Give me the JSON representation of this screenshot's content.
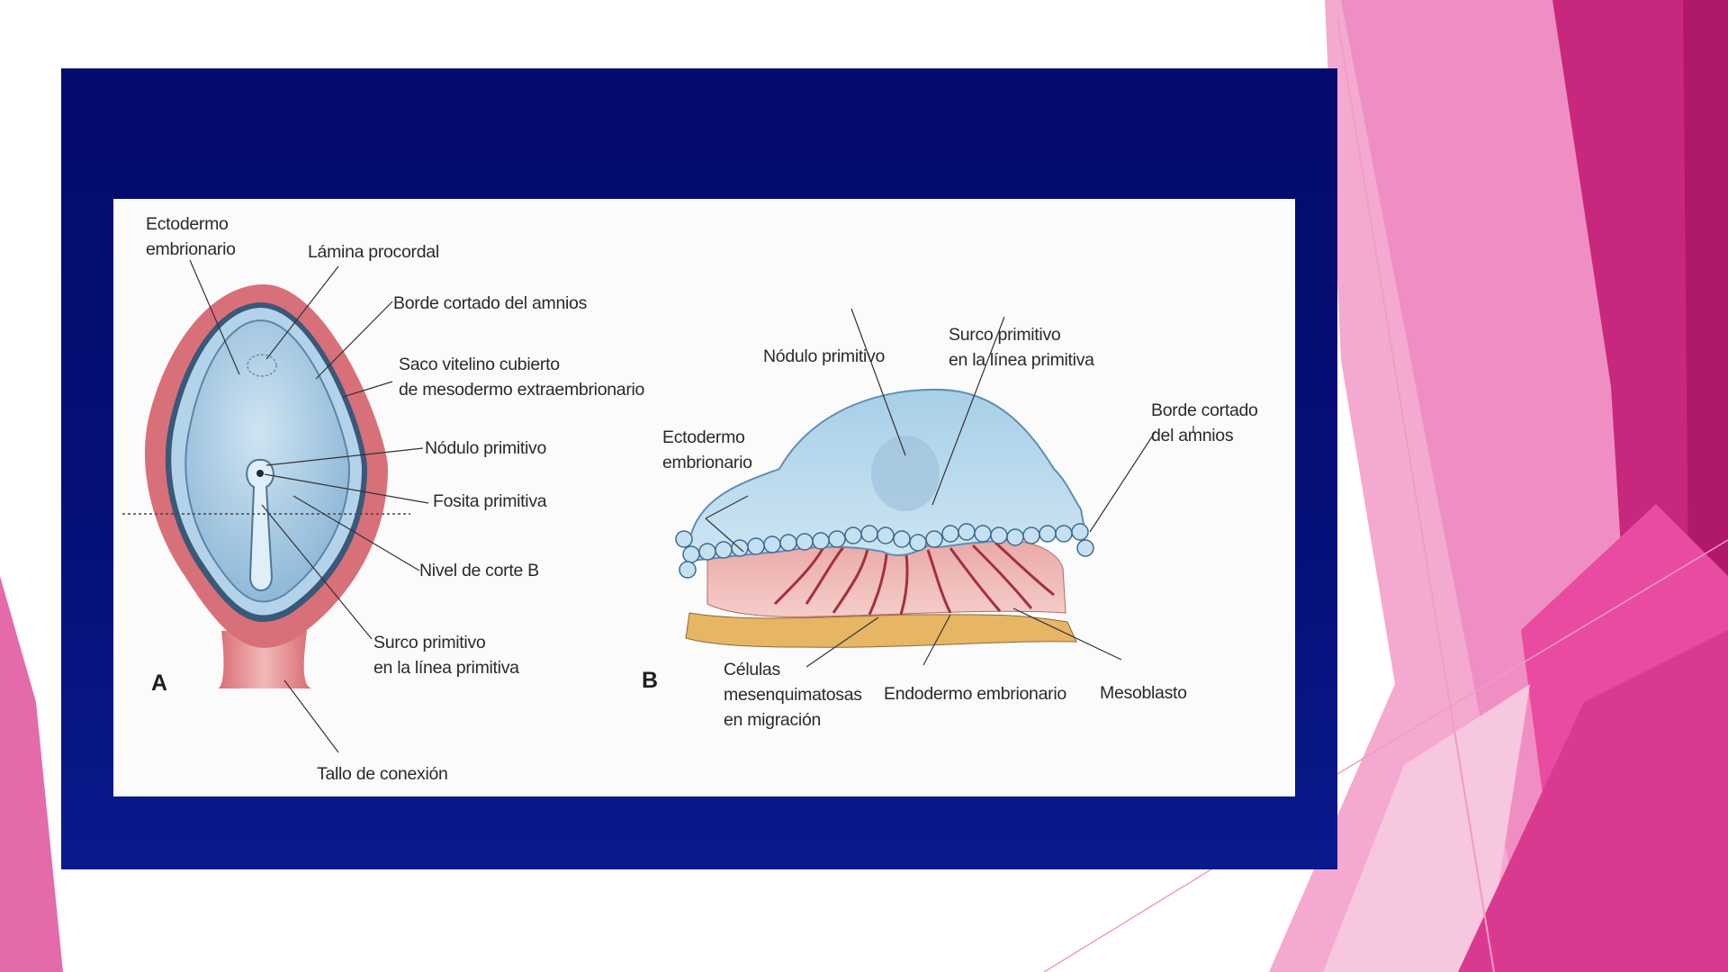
{
  "slide": {
    "accent_colors": [
      "#f093c6",
      "#e94ba0",
      "#c21f74",
      "#b0186a",
      "#f7c6df"
    ],
    "frame_color": "#06107a"
  },
  "figure": {
    "panel_a": {
      "letter": "A",
      "labels": {
        "ectodermo": [
          "Ectodermo",
          "embrionario"
        ],
        "lamina": "Lámina procordal",
        "borde": "Borde cortado del amnios",
        "saco": [
          "Saco vitelino cubierto",
          "de mesodermo extraembrionario"
        ],
        "nodulo": "Nódulo primitivo",
        "fosita": "Fosita primitiva",
        "nivel": "Nivel de corte B",
        "surco": [
          "Surco primitivo",
          "en la línea primitiva"
        ],
        "tallo": "Tallo de conexión"
      }
    },
    "panel_b": {
      "letter": "B",
      "labels": {
        "nodulo": "Nódulo primitivo",
        "surco": [
          "Surco primitivo",
          "en la línea primitiva"
        ],
        "ectodermo": [
          "Ectodermo",
          "embrionario"
        ],
        "borde": [
          "Borde cortado",
          "del amnios"
        ],
        "celulas": [
          "Células",
          "mesenquimatosas",
          "en migración"
        ],
        "endodermo": "Endodermo embrionario",
        "mesoblasto": "Mesoblasto"
      }
    }
  }
}
